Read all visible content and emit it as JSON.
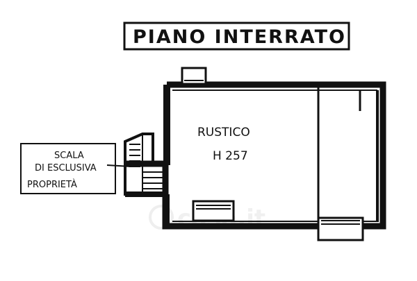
{
  "title": "PIANO INTERRATO",
  "room": {
    "name": "RUSTICO",
    "height": "H 257"
  },
  "stair_note": {
    "line1": "SCALA",
    "line2": "DI ESCLUSIVA",
    "line3": "PROPRIETÀ"
  },
  "watermark": "casa.it",
  "colors": {
    "ink": "#111111",
    "paper": "#ffffff",
    "watermark": "#f0f0f0"
  }
}
